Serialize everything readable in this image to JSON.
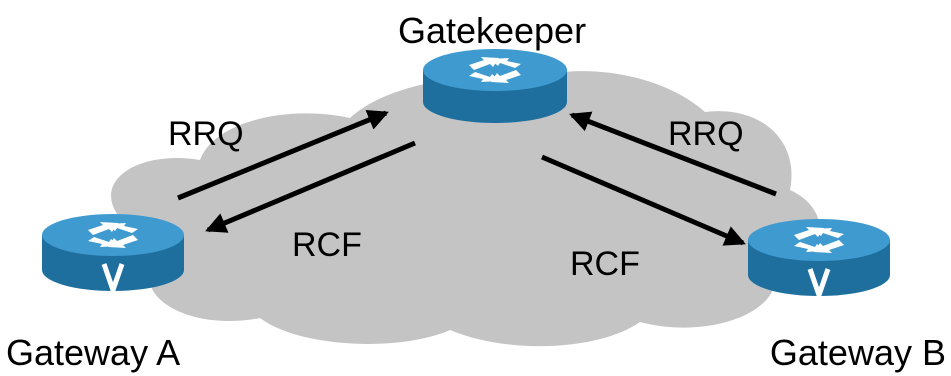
{
  "nodes": {
    "gatekeeper": {
      "label": "Gatekeeper"
    },
    "gateway_a": {
      "label": "Gateway A"
    },
    "gateway_b": {
      "label": "Gateway B"
    }
  },
  "messages": {
    "rrq_a": "RRQ",
    "rcf_a": "RCF",
    "rrq_b": "RRQ",
    "rcf_b": "RCF"
  },
  "colors": {
    "cloud": "#c4c4c4",
    "router_top": "#3f9ad0",
    "router_side": "#1e6f9e",
    "arrow": "#000000"
  }
}
